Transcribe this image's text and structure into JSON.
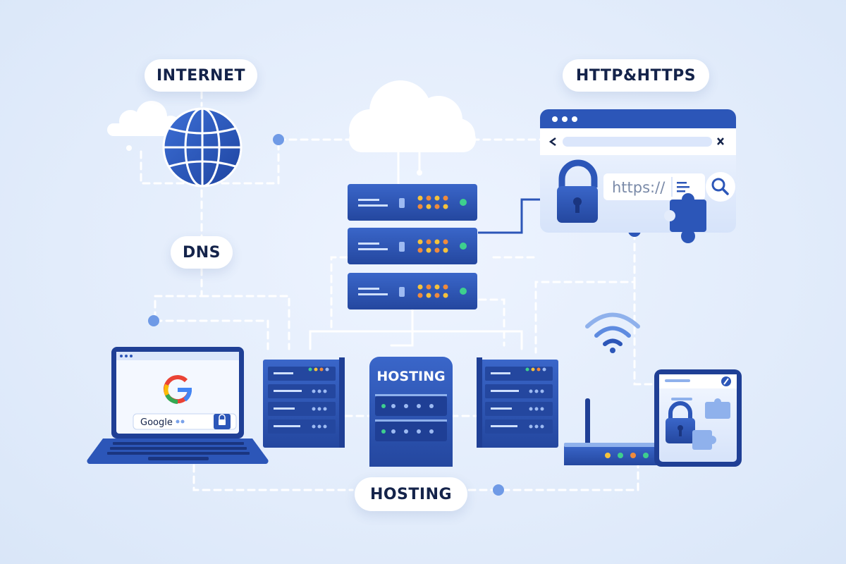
{
  "labels": {
    "internet": "INTERNET",
    "http": "HTTP&HTTPS",
    "dns": "DNS",
    "hosting_bottom": "HOSTING",
    "hosting_server": "HOSTING"
  },
  "browser": {
    "url_text": "https://"
  },
  "laptop": {
    "search_text": "Google",
    "logo_letter": "G"
  },
  "colors": {
    "primary_blue": "#2c56b8",
    "dark_blue": "#1f3f95",
    "light_blue": "#8fb1ec",
    "background": "#e2ecfb",
    "led_green": "#3ecf8e",
    "led_yellow": "#f5c23c",
    "led_orange": "#f08a3c"
  },
  "icons": [
    "globe-icon",
    "cloud-icon",
    "server-rack-icon",
    "padlock-icon",
    "puzzle-icon",
    "magnifier-icon",
    "wifi-icon",
    "router-icon",
    "laptop-icon",
    "tablet-icon"
  ]
}
